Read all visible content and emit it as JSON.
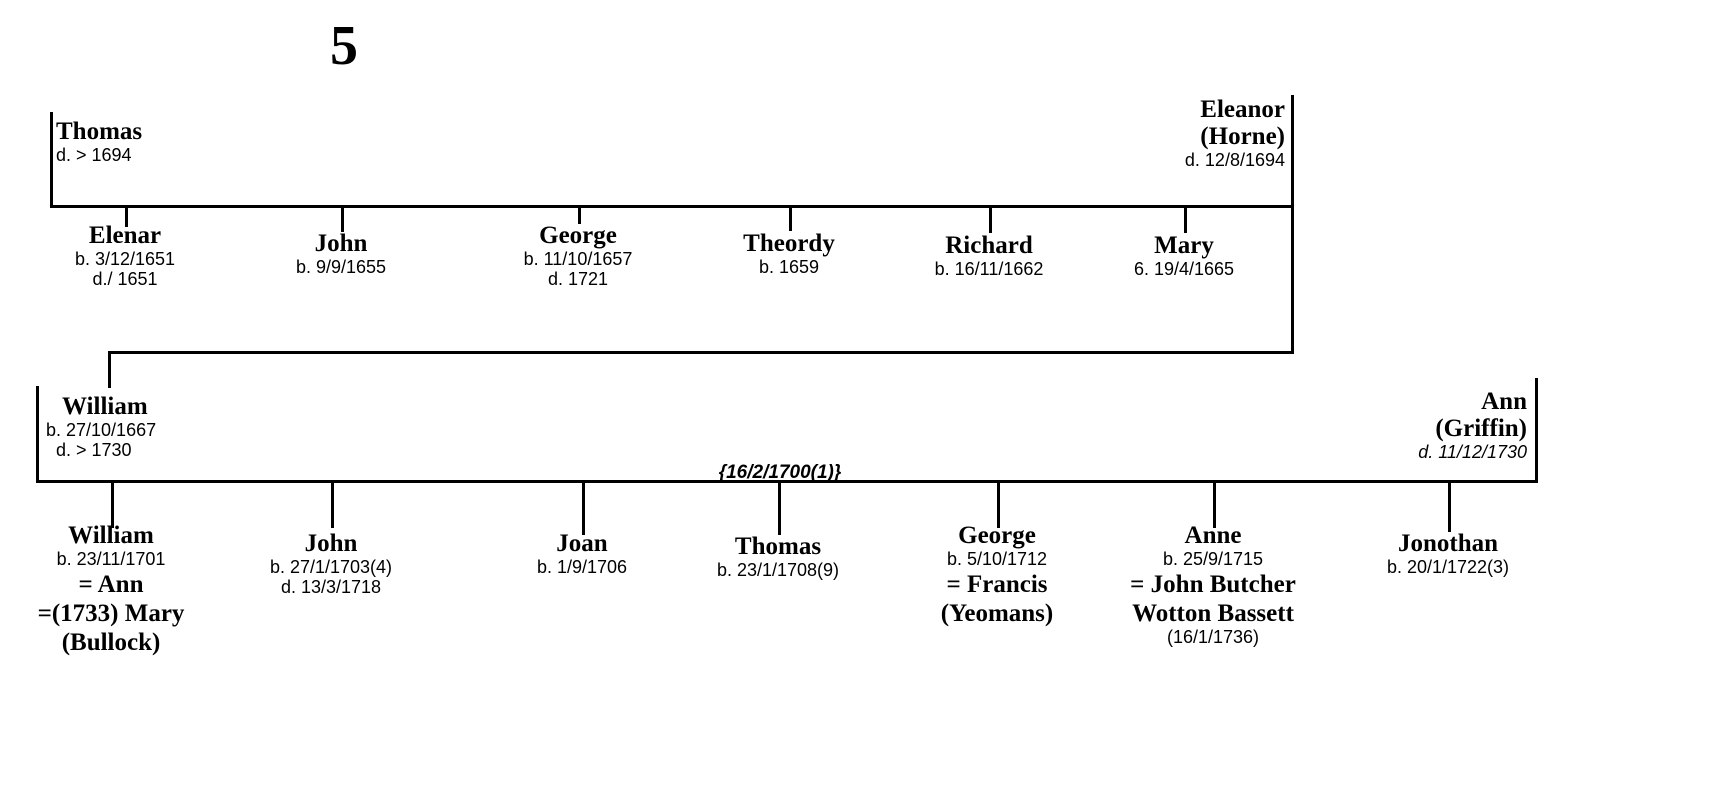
{
  "page": {
    "number": "5"
  },
  "generations": [
    {
      "id": "generation-1",
      "parents": [
        {
          "name": "Thomas",
          "name_line2": "",
          "dates": [
            "d. > 1694"
          ],
          "spouse_lines": []
        },
        {
          "name": "Eleanor",
          "name_line2": "(Horne)",
          "dates": [
            "d. 12/8/1694"
          ],
          "spouse_lines": []
        }
      ],
      "marriage_note": "",
      "children": [
        {
          "name": "Elenar",
          "name_line2": "",
          "dates": [
            "b. 3/12/1651",
            "d./ 1651"
          ],
          "spouse_lines": []
        },
        {
          "name": "John",
          "name_line2": "",
          "dates": [
            "b. 9/9/1655"
          ],
          "spouse_lines": []
        },
        {
          "name": "George",
          "name_line2": "",
          "dates": [
            "b. 11/10/1657",
            "d. 1721"
          ],
          "spouse_lines": []
        },
        {
          "name": "Theordy",
          "name_line2": "",
          "dates": [
            "b. 1659"
          ],
          "spouse_lines": []
        },
        {
          "name": "Richard",
          "name_line2": "",
          "dates": [
            "b. 16/11/1662"
          ],
          "spouse_lines": []
        },
        {
          "name": "Mary",
          "name_line2": "",
          "dates": [
            "6. 19/4/1665"
          ],
          "spouse_lines": []
        }
      ]
    },
    {
      "id": "generation-2",
      "parents": [
        {
          "name": "William",
          "name_line2": "",
          "dates": [
            "b. 27/10/1667",
            "d. > 1730"
          ],
          "spouse_lines": []
        },
        {
          "name": "Ann",
          "name_line2": "(Griffin)",
          "dates_italic": [
            "d. 11/12/1730"
          ],
          "dates": [],
          "spouse_lines": []
        }
      ],
      "marriage_note": "{16/2/1700(1)}",
      "children": [
        {
          "name": "William",
          "name_line2": "",
          "dates": [
            "b. 23/11/1701"
          ],
          "spouse_lines": [
            "= Ann",
            "=(1733) Mary",
            "(Bullock)"
          ]
        },
        {
          "name": "John",
          "name_line2": "",
          "dates": [
            "b. 27/1/1703(4)",
            "d. 13/3/1718"
          ],
          "spouse_lines": []
        },
        {
          "name": "Joan",
          "name_line2": "",
          "dates": [
            "b. 1/9/1706"
          ],
          "spouse_lines": []
        },
        {
          "name": "Thomas",
          "name_line2": "",
          "dates": [
            "b. 23/1/1708(9)"
          ],
          "spouse_lines": []
        },
        {
          "name": "George",
          "name_line2": "",
          "dates": [
            "b. 5/10/1712"
          ],
          "spouse_lines": [
            "= Francis",
            "(Yeomans)"
          ]
        },
        {
          "name": "Anne",
          "name_line2": "",
          "dates": [
            "b. 25/9/1715"
          ],
          "spouse_lines": [
            "= John Butcher",
            "Wotton Bassett"
          ],
          "dates_after": [
            "(16/1/1736)"
          ]
        },
        {
          "name": "Jonothan",
          "name_line2": "",
          "dates": [
            "b. 20/1/1722(3)"
          ],
          "spouse_lines": []
        }
      ]
    }
  ],
  "colors": {
    "ink": "#000000",
    "paper": "#ffffff"
  }
}
